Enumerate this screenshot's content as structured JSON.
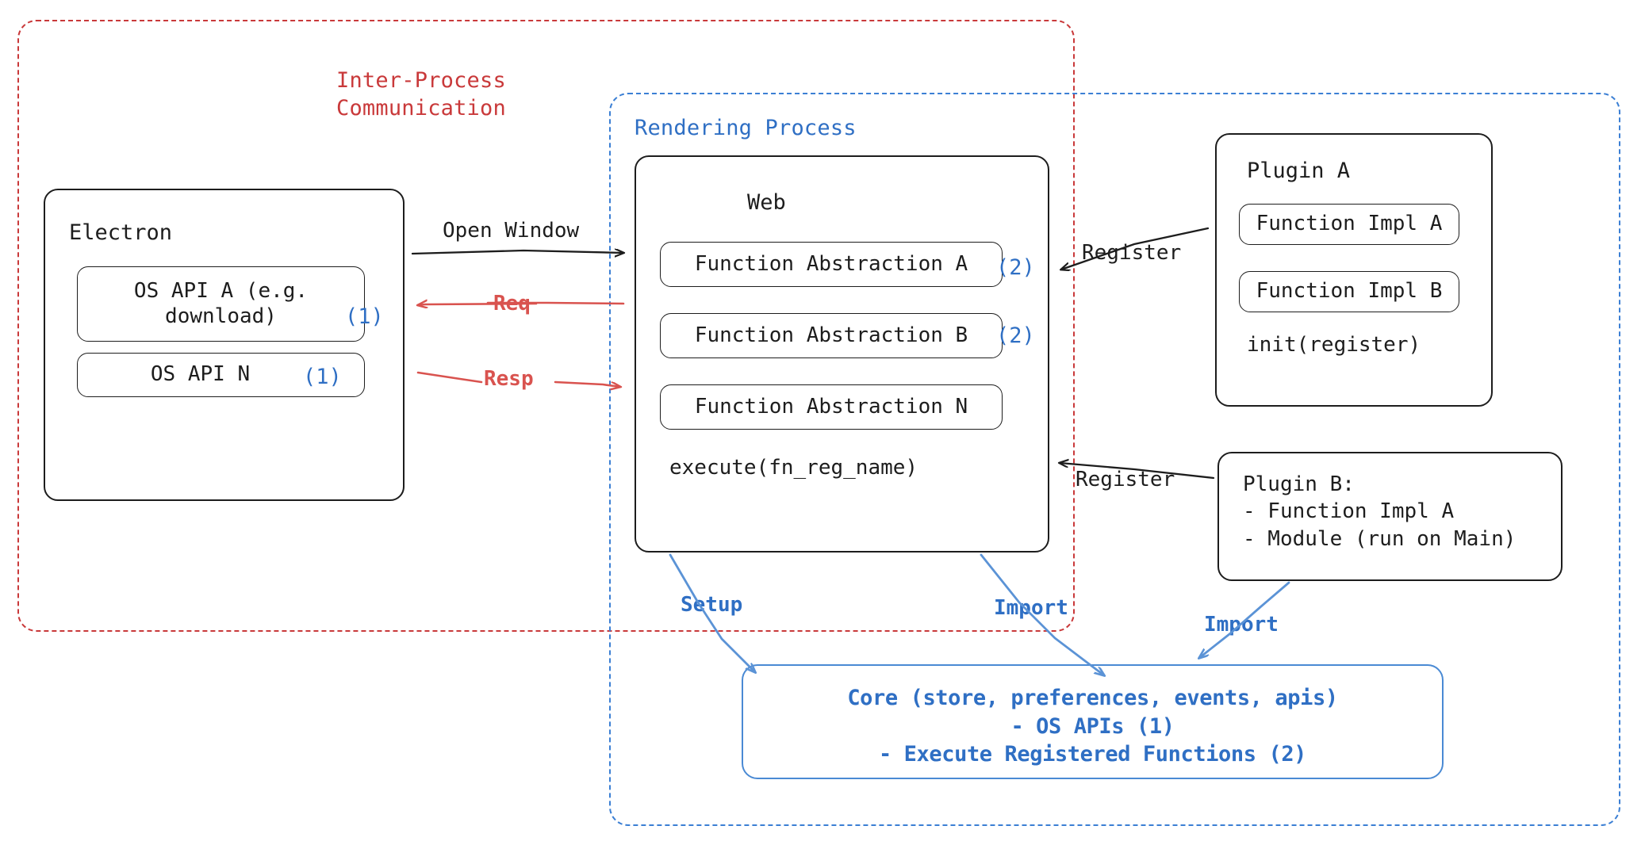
{
  "diagram": {
    "title": "Electron plugin architecture",
    "colors": {
      "ipc_red": "#c9393a",
      "render_blue": "#3b7fd4",
      "marker_blue": "#2f6fc4",
      "arrow_red": "#d9534f",
      "arrow_black": "#1d1d1d",
      "box_stroke": "#1d1d1d",
      "core_stroke": "#4a8ad4"
    }
  },
  "regions": {
    "ipc": {
      "label": "Inter-Process\nCommunication"
    },
    "rendering": {
      "label": "Rendering Process"
    }
  },
  "electron": {
    "title": "Electron",
    "items": [
      {
        "text": "OS API A (e.g.\ndownload)",
        "marker": "(1)"
      },
      {
        "text": "OS API N",
        "marker": "(1)"
      }
    ]
  },
  "web": {
    "title": "Web",
    "items": [
      {
        "text": "Function Abstraction A",
        "marker": "(2)"
      },
      {
        "text": "Function Abstraction B",
        "marker": "(2)"
      },
      {
        "text": "Function Abstraction N",
        "marker": ""
      }
    ],
    "footer": "execute(fn_reg_name)"
  },
  "plugin_a": {
    "title": "Plugin A",
    "items": [
      {
        "text": "Function Impl A"
      },
      {
        "text": "Function Impl B"
      }
    ],
    "footer": "init(register)"
  },
  "plugin_b": {
    "text": "Plugin B:\n- Function Impl A\n- Module (run on Main)"
  },
  "core": {
    "text": "Core (store, preferences, events, apis)\n- OS APIs (1)\n- Execute Registered Functions (2)"
  },
  "edges": [
    {
      "id": "open-window",
      "label": "Open Window",
      "color": "black"
    },
    {
      "id": "req",
      "label": "Req",
      "color": "red"
    },
    {
      "id": "resp",
      "label": "Resp",
      "color": "red"
    },
    {
      "id": "register-a",
      "label": "Register",
      "color": "black"
    },
    {
      "id": "register-b",
      "label": "Register",
      "color": "black"
    },
    {
      "id": "setup",
      "label": "Setup",
      "color": "blue"
    },
    {
      "id": "import-web",
      "label": "Import",
      "color": "blue"
    },
    {
      "id": "import-plugin",
      "label": "Import",
      "color": "blue"
    }
  ]
}
